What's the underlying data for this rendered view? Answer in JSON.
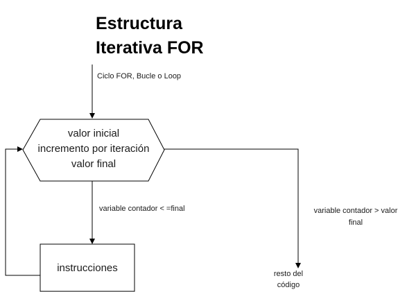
{
  "diagram": {
    "title_lines": [
      "Estructura",
      "Iterativa FOR"
    ],
    "entry_label": "Ciclo FOR, Bucle o Loop",
    "loop_node": {
      "lines": [
        "valor inicial",
        "incremento por iteración",
        "valor final"
      ]
    },
    "body_node": {
      "label": "instrucciones"
    },
    "true_edge_label": "variable contador < =final",
    "false_edge_label_lines": [
      "variable contador > valor",
      "final"
    ],
    "exit_label_lines": [
      "resto del",
      "código"
    ]
  },
  "colors": {
    "stroke": "#000000",
    "text": "#1a1a1a",
    "background": "#ffffff"
  }
}
